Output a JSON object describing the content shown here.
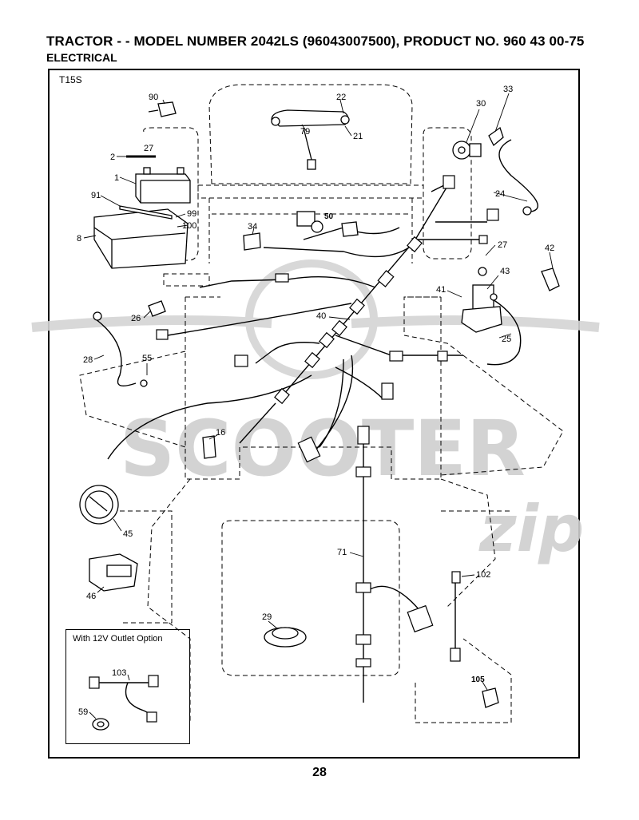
{
  "header": {
    "title": "TRACTOR - - MODEL NUMBER 2042LS (96043007500), PRODUCT NO. 960 43 00-75",
    "subtitle": "ELECTRICAL"
  },
  "figure": {
    "code": "T15S",
    "option_box_title": "With 12V Outlet Option"
  },
  "watermark": {
    "text": "SCOOTER",
    "suffix": "zip"
  },
  "callouts": {
    "c90": "90",
    "c22": "22",
    "c79": "79",
    "c21": "21",
    "c30": "30",
    "c33": "33",
    "c2": "2",
    "c27a": "27",
    "c1": "1",
    "c91": "91",
    "c99": "99",
    "c100": "100",
    "c8": "8",
    "c34": "34",
    "c50": "50",
    "c24": "24",
    "c27b": "27",
    "c42": "42",
    "c43": "43",
    "c41": "41",
    "c26": "26",
    "c40": "40",
    "c25": "25",
    "c28": "28",
    "c55": "55",
    "c16": "16",
    "c45": "45",
    "c46": "46",
    "c71": "71",
    "c102": "102",
    "c29": "29",
    "c103": "103",
    "c59": "59",
    "c105": "105"
  },
  "page_number": "28"
}
